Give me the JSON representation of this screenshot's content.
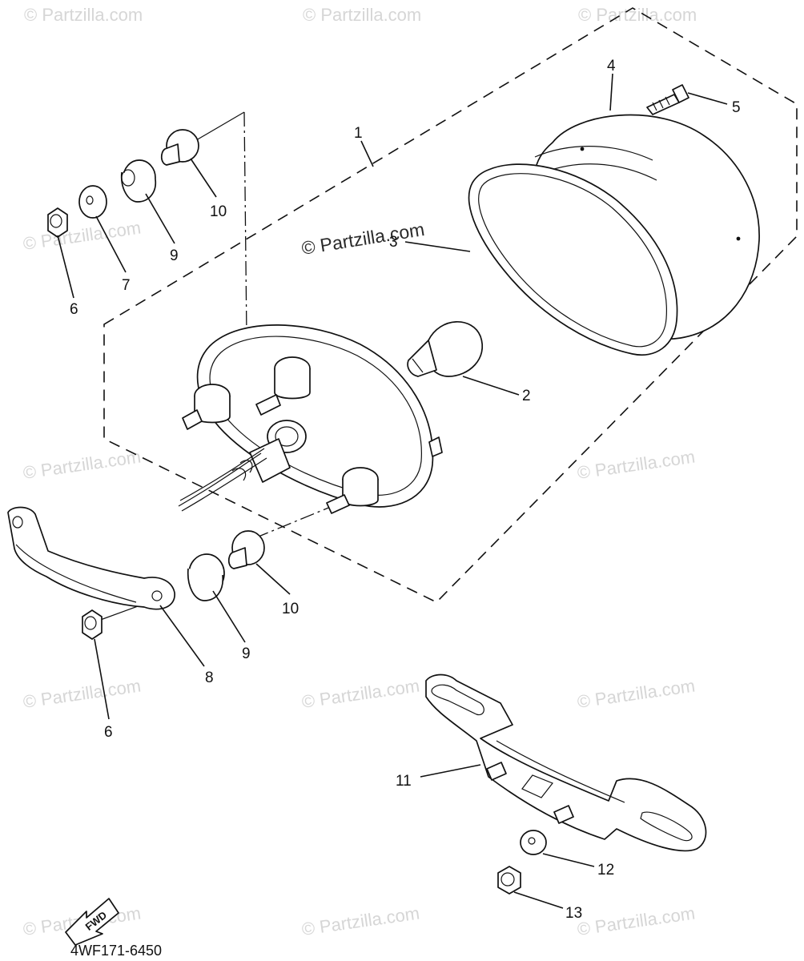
{
  "diagram": {
    "watermark_text": "© Partzilla.com",
    "diagram_code": "4WF171-6450",
    "fwd_label": "FWD",
    "callouts": [
      {
        "id": "c1",
        "text": "1"
      },
      {
        "id": "c2",
        "text": "2"
      },
      {
        "id": "c3",
        "text": "3"
      },
      {
        "id": "c4",
        "text": "4"
      },
      {
        "id": "c5",
        "text": "5"
      },
      {
        "id": "c6a",
        "text": "6"
      },
      {
        "id": "c6b",
        "text": "6"
      },
      {
        "id": "c7",
        "text": "7"
      },
      {
        "id": "c8",
        "text": "8"
      },
      {
        "id": "c9a",
        "text": "9"
      },
      {
        "id": "c9b",
        "text": "9"
      },
      {
        "id": "c10a",
        "text": "10"
      },
      {
        "id": "c10b",
        "text": "10"
      },
      {
        "id": "c11",
        "text": "11"
      },
      {
        "id": "c12",
        "text": "12"
      },
      {
        "id": "c13",
        "text": "13"
      }
    ]
  }
}
